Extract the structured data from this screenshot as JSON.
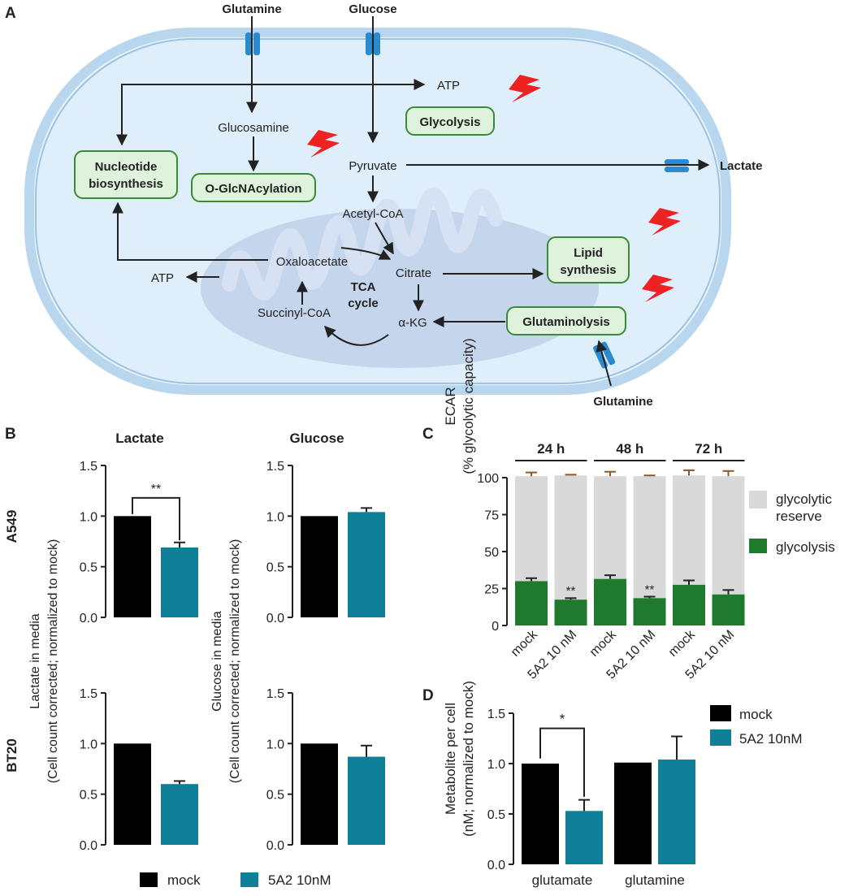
{
  "colors": {
    "mock": "#000000",
    "treated": "#0e7f96",
    "reserve": "#d9d9d9",
    "glycolysis": "#1f7a2e",
    "cell_fill": "#deeefa",
    "membrane": "#a7cbe9",
    "mito": "#c2d3ec",
    "box_fill": "#dff3dc",
    "box_stroke": "#3a8a37",
    "transporter": "#2a8ad0",
    "bolt": "#ee2222"
  },
  "panel_letters": {
    "a": "A",
    "b": "B",
    "c": "C",
    "d": "D"
  },
  "diagram": {
    "glutamine_top": "Glutamine",
    "glucose_top": "Glucose",
    "atp_top": "ATP",
    "glycolysis": "Glycolysis",
    "glucosamine": "Glucosamine",
    "pyruvate": "Pyruvate",
    "lactate": "Lactate",
    "nucleotide_line1": "Nucleotide",
    "nucleotide_line2": "biosynthesis",
    "oglcnac": "O-GlcNAcylation",
    "acetylcoa": "Acetyl-CoA",
    "oxaloacetate": "Oxaloacetate",
    "citrate": "Citrate",
    "atp_left": "ATP",
    "tca_line1": "TCA",
    "tca_line2": "cycle",
    "succinylcoa": "Succinyl-CoA",
    "akg": "α-KG",
    "lipid_line1": "Lipid",
    "lipid_line2": "synthesis",
    "glutaminolysis": "Glutaminolysis",
    "glutamine_bottom": "Glutamine"
  },
  "chart_data": [
    {
      "id": "B_A549_lactate",
      "type": "bar",
      "title": "Lactate",
      "row_label": "A549",
      "categories": [
        "mock",
        "5A2 10nM"
      ],
      "values": [
        1.0,
        0.69
      ],
      "errors": [
        0,
        0.05
      ],
      "ylim": [
        0,
        1.5
      ],
      "yticks": [
        "0.0",
        "0.5",
        "1.0",
        "1.5"
      ],
      "significance": "**"
    },
    {
      "id": "B_A549_glucose",
      "type": "bar",
      "title": "Glucose",
      "categories": [
        "mock",
        "5A2 10nM"
      ],
      "values": [
        1.0,
        1.04
      ],
      "errors": [
        0,
        0.04
      ],
      "ylim": [
        0,
        1.5
      ],
      "yticks": [
        "0.0",
        "0.5",
        "1.0",
        "1.5"
      ]
    },
    {
      "id": "B_BT20_lactate",
      "type": "bar",
      "row_label": "BT20",
      "categories": [
        "mock",
        "5A2 10nM"
      ],
      "values": [
        1.0,
        0.6
      ],
      "errors": [
        0,
        0.03
      ],
      "ylim": [
        0,
        1.5
      ],
      "yticks": [
        "0.0",
        "0.5",
        "1.0",
        "1.5"
      ]
    },
    {
      "id": "B_BT20_glucose",
      "type": "bar",
      "categories": [
        "mock",
        "5A2 10nM"
      ],
      "values": [
        1.0,
        0.87
      ],
      "errors": [
        0,
        0.11
      ],
      "ylim": [
        0,
        1.5
      ],
      "yticks": [
        "0.0",
        "0.5",
        "1.0",
        "1.5"
      ]
    },
    {
      "id": "C_ECAR",
      "type": "bar",
      "stacked": true,
      "ylabel_line1": "ECAR",
      "ylabel_line2": "(% glycolytic capacity)",
      "ylim": [
        0,
        100
      ],
      "yticks": [
        "0",
        "25",
        "50",
        "75",
        "100"
      ],
      "groups": [
        "24 h",
        "48 h",
        "72 h"
      ],
      "categories": [
        "mock",
        "5A2 10 nM",
        "mock",
        "5A2 10 nM",
        "mock",
        "5A2 10 nM"
      ],
      "series": [
        {
          "name": "glycolysis",
          "values": [
            30,
            17.5,
            31.5,
            18.5,
            27.5,
            21
          ],
          "errors": [
            2,
            1,
            2.5,
            1,
            3,
            3
          ]
        },
        {
          "name": "glycolytic reserve",
          "values": [
            71,
            84,
            69.5,
            82.5,
            74,
            80
          ],
          "errors": [
            2.5,
            0.5,
            3,
            0.5,
            3.5,
            3.5
          ]
        }
      ],
      "significance": [
        "",
        "**",
        "",
        "**",
        "",
        ""
      ],
      "legend": [
        "glycolytic",
        "reserve",
        "glycolysis"
      ]
    },
    {
      "id": "D_metabolite",
      "type": "bar",
      "ylabel_line1": "Metabolite per cell",
      "ylabel_line2": "(nM; normalized to mock)",
      "ylim": [
        0,
        1.5
      ],
      "yticks": [
        "0.0",
        "0.5",
        "1.0",
        "1.5"
      ],
      "categories": [
        "glutamate",
        "glutamine"
      ],
      "series": [
        {
          "name": "mock",
          "values": [
            1.0,
            1.01
          ],
          "errors": [
            0,
            0
          ]
        },
        {
          "name": "5A2 10nM",
          "values": [
            0.53,
            1.04
          ],
          "errors": [
            0.11,
            0.23
          ]
        }
      ],
      "significance": "*"
    }
  ],
  "panel_b": {
    "ylabel_lactate_1": "Lactate in media",
    "ylabel_lactate_2": "(Cell count corrected; normalized to mock)",
    "ylabel_glucose_1": "Glucose in media",
    "ylabel_glucose_2": "(Cell count corrected; normalized to mock)",
    "legend_mock": "mock",
    "legend_treated": "5A2 10nM"
  }
}
